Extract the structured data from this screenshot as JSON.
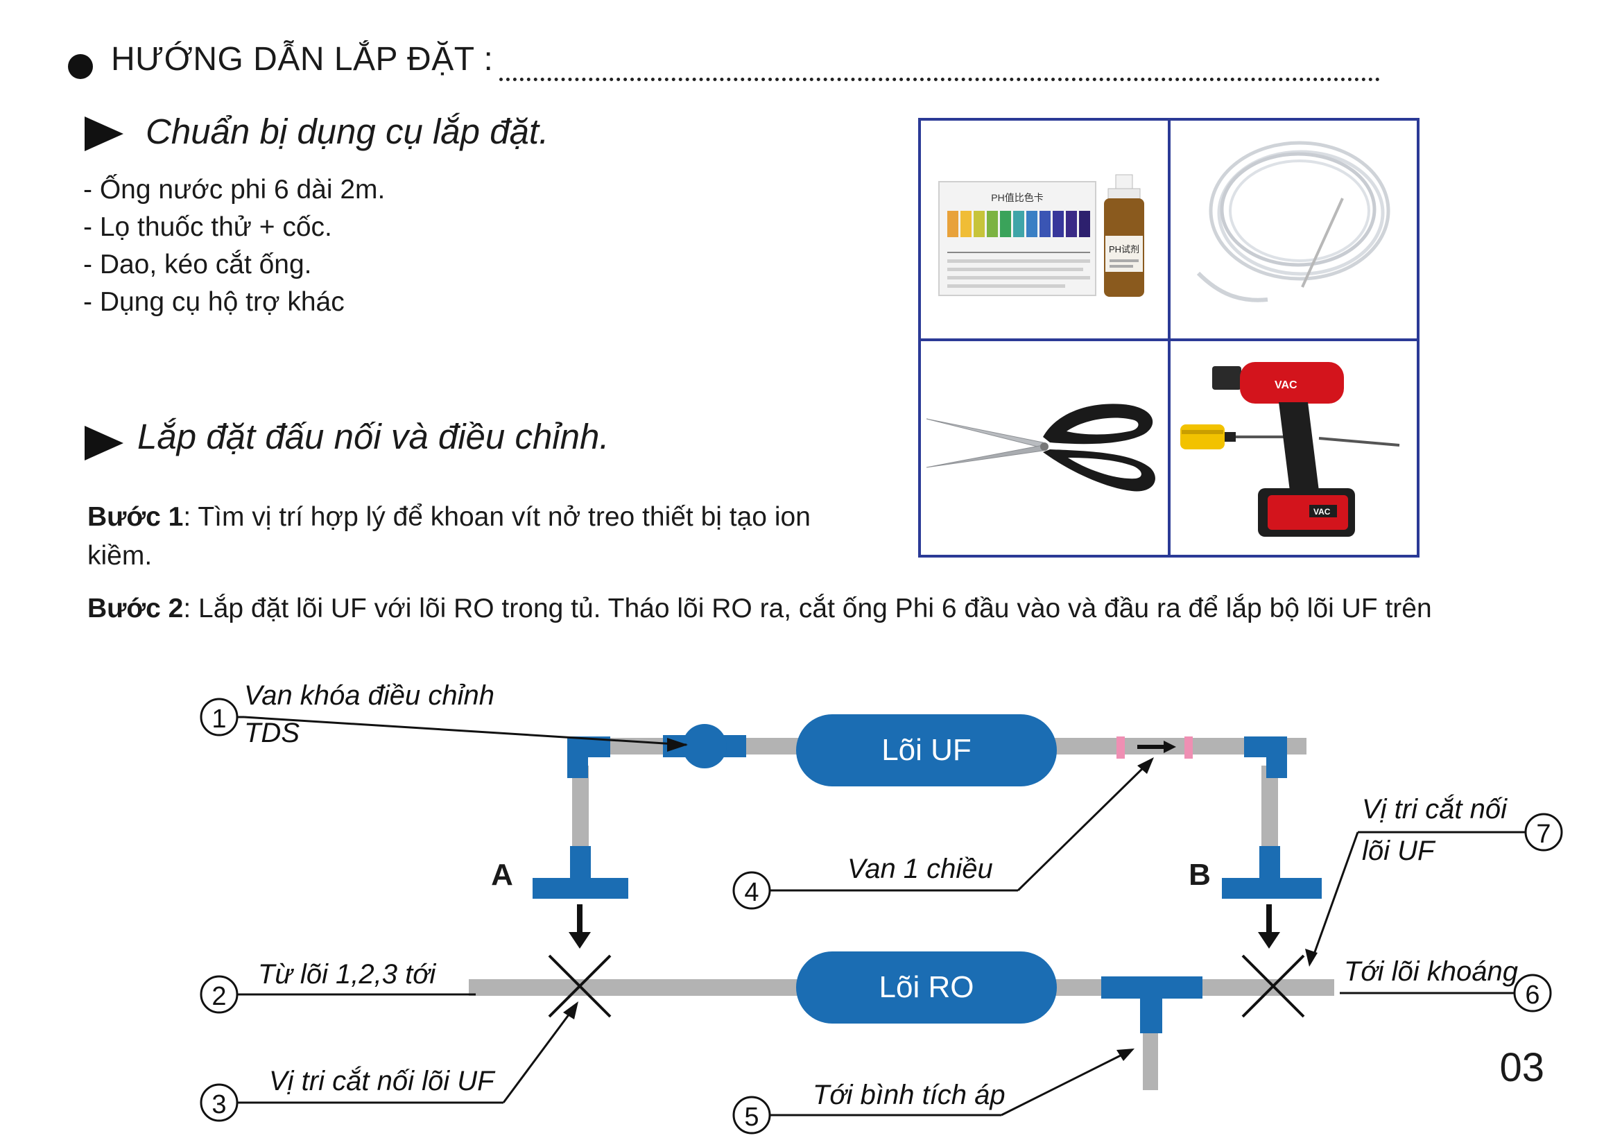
{
  "header": {
    "title": "HƯỚNG DẪN LẮP ĐẶT :"
  },
  "section_tools": {
    "title": "Chuẩn bị dụng cụ lắp đặt.",
    "items": [
      "- Ống nước phi 6 dài 2m.",
      "- Lọ thuốc thử + cốc.",
      "- Dao, kéo cắt ống.",
      "- Dụng cụ hộ trợ khác"
    ]
  },
  "tool_photos": {
    "ph_card_title": "PH值比色卡",
    "ph_bottle_label": "PH试剂",
    "drill_brand": "VAC"
  },
  "section_install": {
    "title": "Lắp đặt đấu nối và điều chỉnh.",
    "step1_label": "Bước 1",
    "step1_text": ": Tìm vị trí hợp lý để khoan vít nở treo thiết bị tạo ion kiềm.",
    "step2_label": "Bước 2",
    "step2_text": ": Lắp đặt lõi UF với lõi RO trong tủ. Tháo lõi RO ra, cắt ống Phi 6 đầu vào và đầu ra để lắp bộ lõi UF trên"
  },
  "diagram": {
    "uf_label": "Lõi UF",
    "ro_label": "Lõi RO",
    "point_a": "A",
    "point_b": "B",
    "callouts": [
      {
        "num": "1",
        "line1": "Van khóa điều chỉnh",
        "line2": "TDS"
      },
      {
        "num": "2",
        "line1": "Từ lõi 1,2,3 tới"
      },
      {
        "num": "3",
        "line1": "Vị tri cắt nối lõi UF"
      },
      {
        "num": "4",
        "line1": "Van 1 chiều"
      },
      {
        "num": "5",
        "line1": "Tới bình tích áp"
      },
      {
        "num": "6",
        "line1": "Tới lõi khoáng"
      },
      {
        "num": "7",
        "line1": "Vị tri cắt nối",
        "line2": "lõi UF"
      }
    ],
    "colors": {
      "blue": "#1b6db3",
      "pipe": "#b3b3b3",
      "pink": "#ef8fb3",
      "frame": "#2b3a96"
    }
  },
  "footer": {
    "page_number": "03"
  }
}
